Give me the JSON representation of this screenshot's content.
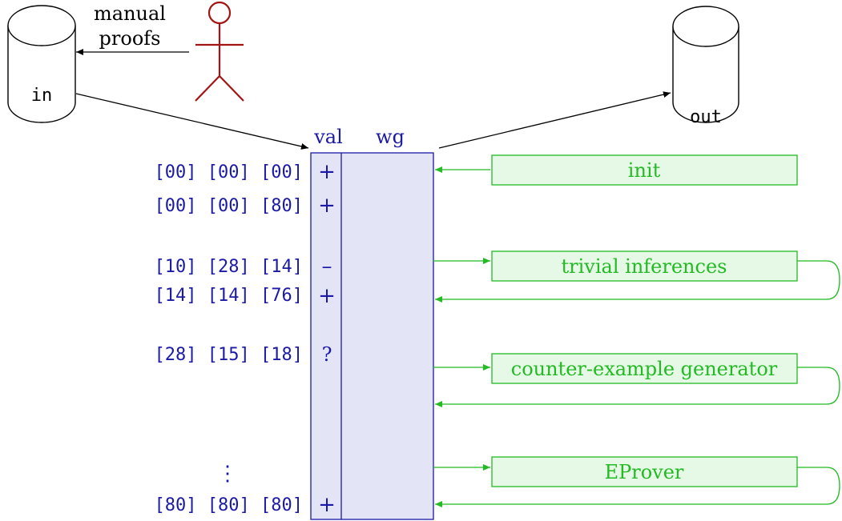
{
  "colors": {
    "black": "#000000",
    "navy": "#1a1aa6",
    "table_fill": "#e4e4f7",
    "green": "#22bb22",
    "green_fill": "#e6f8e6",
    "red": "#a31515"
  },
  "input_db": {
    "label": "in"
  },
  "output_db": {
    "label": "out"
  },
  "annotation": {
    "line1": "manual",
    "line2": "proofs"
  },
  "table": {
    "col_val": "val",
    "col_wg": "wg",
    "rows": [
      {
        "key": "[00] [00] [00]",
        "val": "+"
      },
      {
        "key": "[00] [00] [80]",
        "val": "+"
      },
      {
        "key": "[10] [28] [14]",
        "val": "–"
      },
      {
        "key": "[14] [14] [76]",
        "val": "+"
      },
      {
        "key": "[28] [15] [18]",
        "val": "?"
      },
      {
        "key": "⋮",
        "val": ""
      },
      {
        "key": "[80] [80] [80]",
        "val": "+"
      }
    ]
  },
  "processes": [
    {
      "label": "init"
    },
    {
      "label": "trivial inferences"
    },
    {
      "label": "counter-example generator"
    },
    {
      "label": "EProver"
    }
  ],
  "icons": {
    "person": "person-icon",
    "db": "database-icon"
  }
}
